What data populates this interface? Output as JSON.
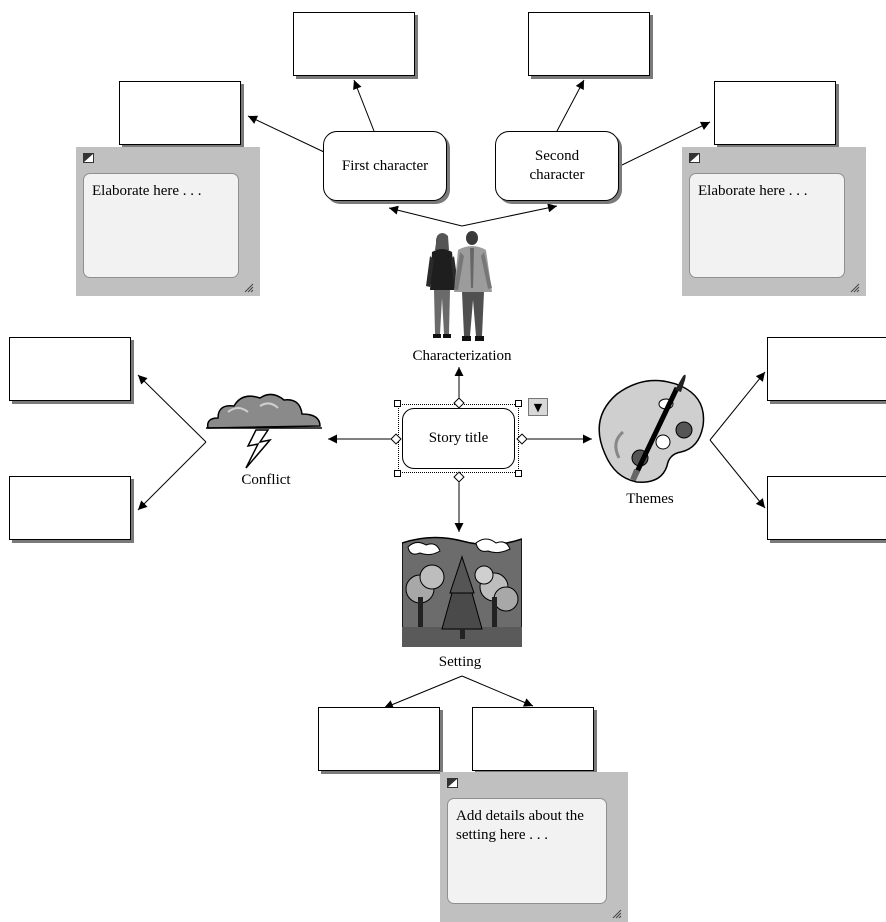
{
  "nodes": {
    "story_title": "Story title",
    "first_character": "First character",
    "second_character": "Second character",
    "characterization": "Characterization",
    "conflict": "Conflict",
    "themes": "Themes",
    "setting": "Setting"
  },
  "notes": {
    "first_character_note": "Elaborate here . . .",
    "second_character_note": "Elaborate here . . .",
    "setting_note": "Add details about the setting here . . ."
  },
  "icons": {
    "dropdown": "▼",
    "characterization_image": "people-icon",
    "conflict_image": "storm-cloud-icon",
    "themes_image": "paint-palette-icon",
    "setting_image": "forest-icon"
  }
}
